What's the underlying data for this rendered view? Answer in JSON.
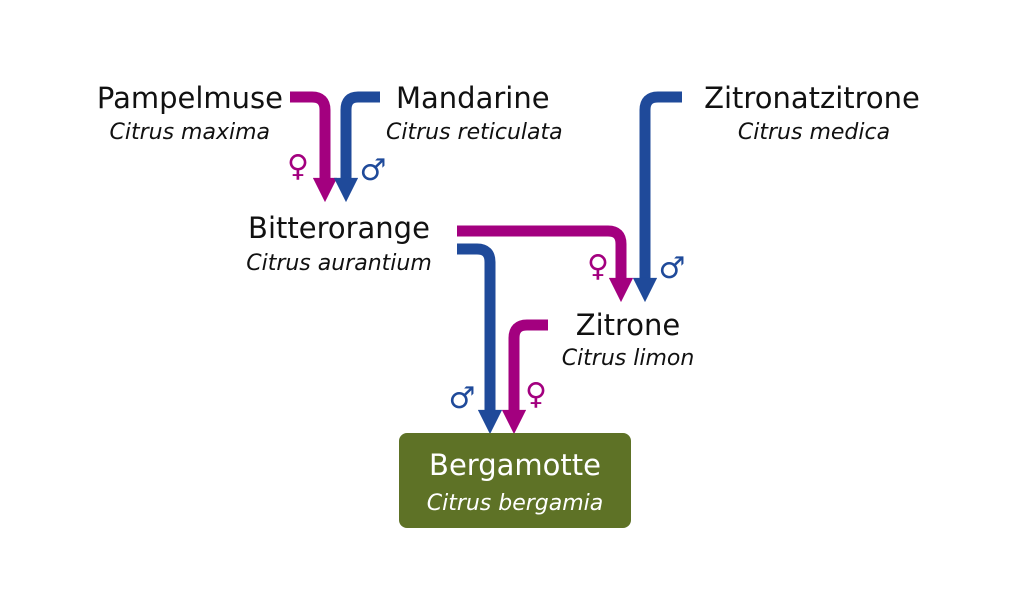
{
  "colors": {
    "female": "#a3007f",
    "male": "#1f4a9a",
    "result_box": "#5e7226"
  },
  "symbols": {
    "female": "♀",
    "male": "♂"
  },
  "nodes": {
    "pampelmuse": {
      "name": "Pampelmuse",
      "latin": "Citrus maxima"
    },
    "mandarine": {
      "name": "Mandarine",
      "latin": "Citrus reticulata"
    },
    "zitronatzitrone": {
      "name": "Zitronatzitrone",
      "latin": "Citrus medica"
    },
    "bitterorange": {
      "name": "Bitterorange",
      "latin": "Citrus aurantium"
    },
    "zitrone": {
      "name": "Zitrone",
      "latin": "Citrus limon"
    },
    "bergamotte": {
      "name": "Bergamotte",
      "latin": "Citrus bergamia"
    }
  }
}
